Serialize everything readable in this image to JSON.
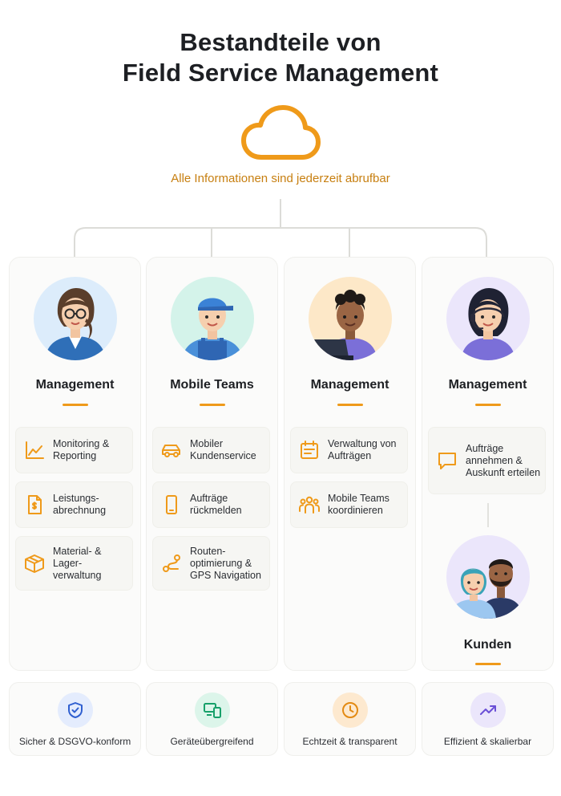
{
  "header": {
    "title_line1": "Bestandteile von",
    "title_line2": "Field Service Management",
    "subtitle": "Alle Informationen sind jederzeit abrufbar"
  },
  "columns": [
    {
      "role": "Management",
      "items": [
        {
          "icon": "chart-line-icon",
          "label": "Monitoring & Reporting"
        },
        {
          "icon": "invoice-icon",
          "label": "Leistungs- abrechnung"
        },
        {
          "icon": "box-icon",
          "label": "Material- & Lager- verwaltung"
        }
      ]
    },
    {
      "role": "Mobile Teams",
      "items": [
        {
          "icon": "car-icon",
          "label": "Mobiler Kundenservice"
        },
        {
          "icon": "smartphone-icon",
          "label": "Aufträge rückmelden"
        },
        {
          "icon": "route-icon",
          "label": "Routen- optimierung & GPS Navigation"
        }
      ]
    },
    {
      "role": "Management",
      "items": [
        {
          "icon": "calendar-icon",
          "label": "Verwaltung von Aufträgen"
        },
        {
          "icon": "team-icon",
          "label": "Mobile Teams koordinieren"
        }
      ]
    },
    {
      "role": "Management",
      "items": [
        {
          "icon": "chat-icon",
          "label": "Aufträge annehmen & Auskunft erteilen"
        }
      ],
      "customers": "Kunden"
    }
  ],
  "features": [
    {
      "icon": "shield-check-icon",
      "label": "Sicher & DSGVO-konform",
      "color": "#2f5fd0",
      "bg": "#e4ecfd"
    },
    {
      "icon": "devices-icon",
      "label": "Geräteübergreifend",
      "color": "#17a06a",
      "bg": "#dcf5ea"
    },
    {
      "icon": "clock-icon",
      "label": "Echtzeit & transparent",
      "color": "#e38a12",
      "bg": "#fde9cf"
    },
    {
      "icon": "trend-up-icon",
      "label": "Effizient & skalierbar",
      "color": "#6a4fd6",
      "bg": "#ebe6fb"
    }
  ],
  "colors": {
    "accent": "#ef9a1a",
    "accent_text": "#c77f10"
  }
}
